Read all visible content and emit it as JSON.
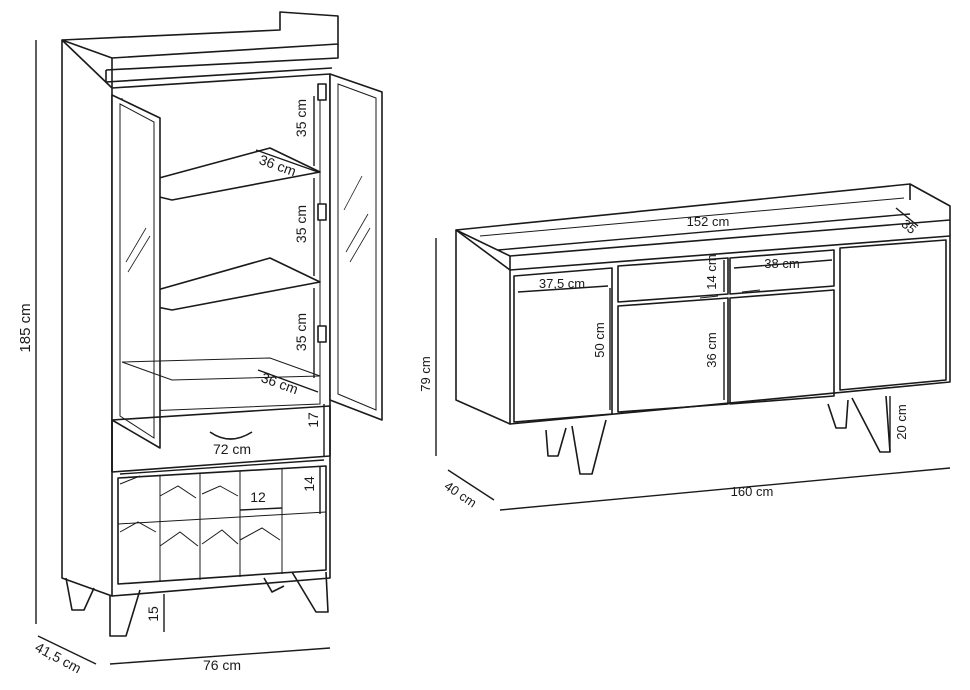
{
  "cabinet": {
    "height_total": "185 cm",
    "depth": "41,5 cm",
    "width": "76 cm",
    "shelf_height_1": "35 cm",
    "shelf_height_2": "35 cm",
    "shelf_height_3": "35 cm",
    "shelf_depth_1": "36 cm",
    "shelf_depth_2": "36 cm",
    "drawer_height": "17",
    "drawer_width": "72 cm",
    "rack_height": "14",
    "rack_width": "12",
    "leg_height": "15"
  },
  "sideboard": {
    "inner_width": "152 cm",
    "inner_depth": "35",
    "compartment_width": "37,5 cm",
    "compartment_height": "50 cm",
    "drawer_width": "38 cm",
    "drawer_height": "14 cm",
    "door_height": "36 cm",
    "height_total": "79 cm",
    "leg_height": "20 cm",
    "depth": "40 cm",
    "width": "160 cm"
  }
}
